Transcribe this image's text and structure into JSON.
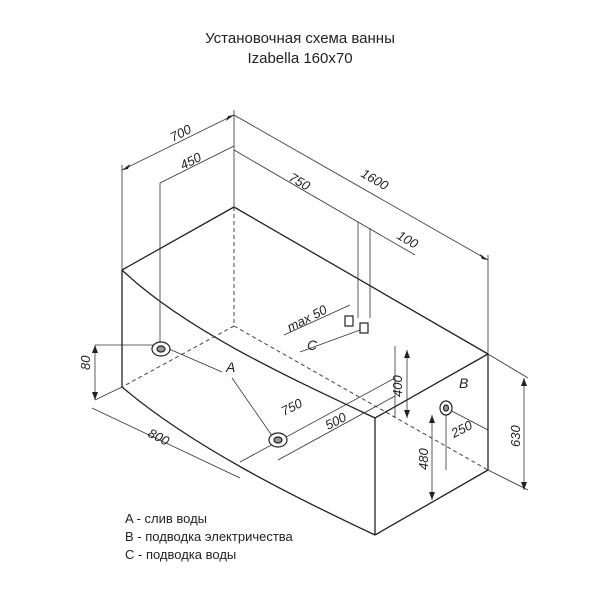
{
  "title": {
    "line1": "Установочная схема ванны",
    "line2": "Izabella 160x70"
  },
  "dimensions": {
    "width_top": "700",
    "drain_offset_top": "450",
    "supply_offset": "750",
    "length": "1600",
    "supply_gap": "100",
    "max_pipe": "max 50",
    "drain_height": "80",
    "front_width": "800",
    "drain_front_offset": "750",
    "drain_to_end": "500",
    "supply_height": "400",
    "electric_height": "480",
    "electric_offset": "250",
    "total_height": "630"
  },
  "markers": {
    "a": "A",
    "b": "B",
    "c": "C"
  },
  "legend": [
    "A - слив воды",
    "B - подводка электричества",
    "C - подводка воды"
  ]
}
